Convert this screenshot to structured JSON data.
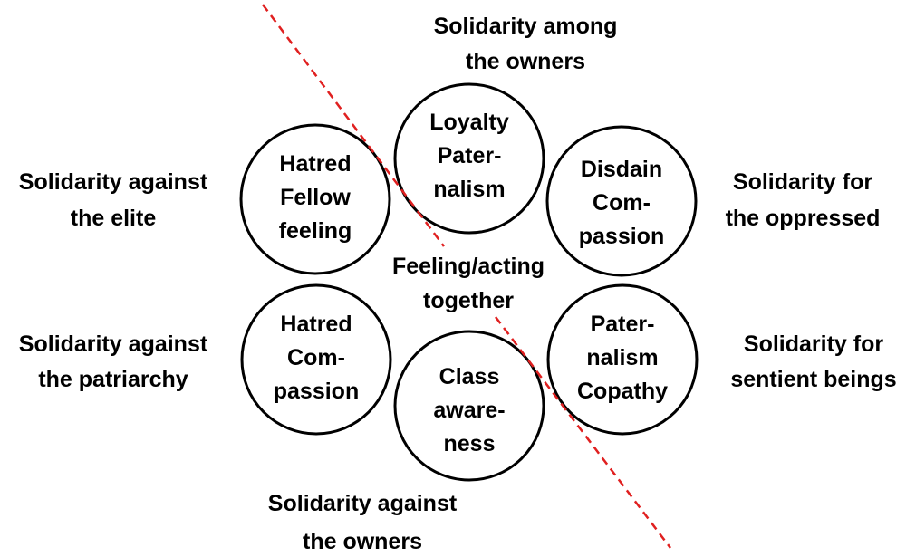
{
  "center": {
    "line1": "Feeling/acting",
    "line2": "together"
  },
  "circles": [
    {
      "id": "top",
      "lines": [
        "Loyalty",
        "Pater-",
        "nalism"
      ]
    },
    {
      "id": "top-left",
      "lines": [
        "Hatred",
        "Fellow",
        "feeling"
      ]
    },
    {
      "id": "top-right",
      "lines": [
        "Disdain",
        "Com-",
        "passion"
      ]
    },
    {
      "id": "bottom-left",
      "lines": [
        "Hatred",
        "Com-",
        "passion"
      ]
    },
    {
      "id": "bottom",
      "lines": [
        "Class",
        "aware-",
        "ness"
      ]
    },
    {
      "id": "bottom-right",
      "lines": [
        "Pater-",
        "nalism",
        "Copathy"
      ]
    }
  ],
  "labels": {
    "top": [
      "Solidarity among",
      "the owners"
    ],
    "left_top": [
      "Solidarity against",
      "the elite"
    ],
    "right_top": [
      "Solidarity for",
      "the oppressed"
    ],
    "left_bottom": [
      "Solidarity against",
      "the patriarchy"
    ],
    "right_bottom": [
      "Solidarity for",
      "sentient beings"
    ],
    "bottom": [
      "Solidarity against",
      "the owners"
    ]
  },
  "colors": {
    "divider": "#e02020",
    "ring": "#000000"
  }
}
